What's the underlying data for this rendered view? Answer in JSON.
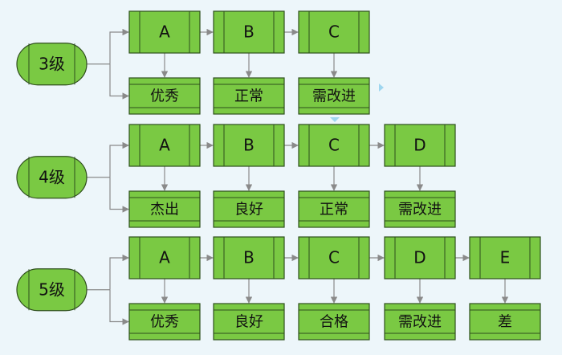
{
  "colors": {
    "background": "#edf6fa",
    "box_fill": "#7ac943",
    "box_stroke": "#2f4f1d",
    "connector": "#8a8a8a",
    "marker": "#9fd6ef"
  },
  "groups": [
    {
      "level": "3级",
      "grades": [
        "A",
        "B",
        "C"
      ],
      "labels": [
        "优秀",
        "正常",
        "需改进"
      ]
    },
    {
      "level": "4级",
      "grades": [
        "A",
        "B",
        "C",
        "D"
      ],
      "labels": [
        "杰出",
        "良好",
        "正常",
        "需改进"
      ]
    },
    {
      "level": "5级",
      "grades": [
        "A",
        "B",
        "C",
        "D",
        "E"
      ],
      "labels": [
        "优秀",
        "良好",
        "合格",
        "需改进",
        "差"
      ]
    }
  ]
}
